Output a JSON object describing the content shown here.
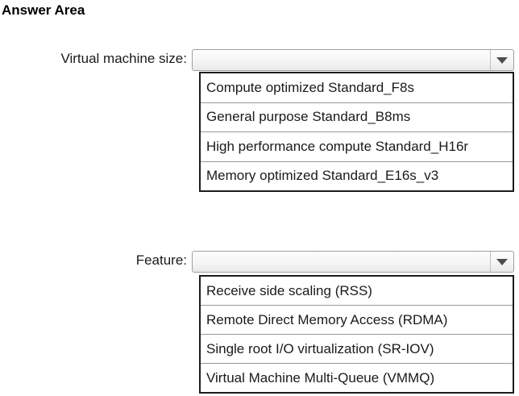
{
  "title": "Answer Area",
  "questions": [
    {
      "label": "Virtual machine size:",
      "dropdown_value": "",
      "options": [
        "Compute optimized Standard_F8s",
        "General purpose Standard_B8ms",
        "High performance compute Standard_H16r",
        "Memory optimized Standard_E16s_v3"
      ]
    },
    {
      "label": "Feature:",
      "dropdown_value": "",
      "options": [
        "Receive side scaling (RSS)",
        "Remote Direct Memory Access (RDMA)",
        "Single root I/O virtualization (SR-IOV)",
        "Virtual Machine Multi-Queue (VMMQ)"
      ]
    }
  ],
  "icons": {
    "dropdown_arrow": "caret-down"
  },
  "colors": {
    "list_border": "#1c1c1c",
    "row_divider": "#999999",
    "dropdown_border": "#a0a0a0",
    "arrow": "#4d4d4d",
    "text": "#1a1a1a",
    "background": "#ffffff"
  }
}
